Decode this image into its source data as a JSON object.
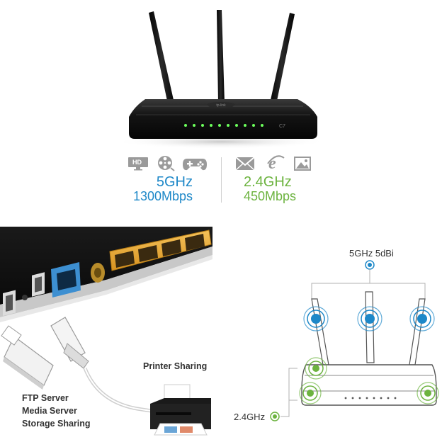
{
  "top": {
    "router_brand": "tp-link",
    "router_model": "C7",
    "icons_5ghz": [
      "hd-video-icon",
      "film-reel-icon",
      "gamepad-icon"
    ],
    "icons_24ghz": [
      "email-icon",
      "browser-icon",
      "photo-icon"
    ],
    "badge_hd": "HD",
    "band_5": {
      "name": "5GHz",
      "speed": "1300Mbps"
    },
    "band_24": {
      "name": "2.4GHz",
      "speed": "450Mbps"
    }
  },
  "bottom_left": {
    "printer_label": "Printer Sharing",
    "usb_labels": [
      "FTP Server",
      "Media Server",
      "Storage Sharing"
    ]
  },
  "bottom_right": {
    "top_antenna_label": "5GHz 5dBi",
    "bottom_label": "2.4GHz"
  },
  "colors": {
    "blue": "#1e88c8",
    "green": "#6cb33f",
    "router_black": "#141414",
    "lan_port": "#e8a93a",
    "wan_port": "#3d8fd1"
  }
}
